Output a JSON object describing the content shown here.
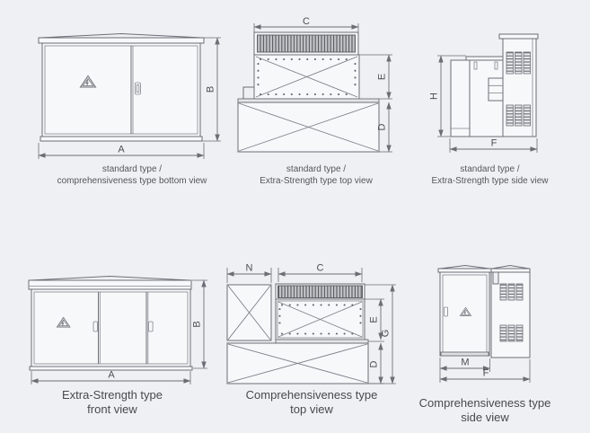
{
  "page": {
    "background_color": "#eef0f3",
    "line_color": "#6b6e75",
    "panel_fill_color": "#f7f8fa",
    "caption_color_small": "#54565c",
    "caption_color_large": "#47494f"
  },
  "figures": {
    "std_bottom": {
      "caption": [
        "standard type /",
        "comprehensiveness type bottom view"
      ],
      "dims": {
        "width": "A",
        "height": "B"
      }
    },
    "std_top": {
      "caption": [
        "standard type /",
        "Extra-Strength type top view"
      ],
      "dims": {
        "width": "C",
        "upper_depth": "E",
        "lower_depth": "D"
      }
    },
    "std_side": {
      "caption": [
        "standard type /",
        "Extra-Strength type side view"
      ],
      "dims": {
        "height": "H",
        "width": "F"
      }
    },
    "extra_front": {
      "caption": [
        "Extra-Strength type",
        "front view"
      ],
      "dims": {
        "width": "A",
        "height": "B"
      }
    },
    "comp_top": {
      "caption": [
        "Comprehensiveness type",
        "top view"
      ],
      "dims": {
        "box_width": "N",
        "width": "C",
        "upper_depth": "E",
        "total_depth": "G",
        "lower_depth": "D"
      }
    },
    "comp_side": {
      "caption": [
        "Comprehensiveness type",
        "side view"
      ],
      "dims": {
        "door_width": "M",
        "width": "F"
      }
    }
  }
}
